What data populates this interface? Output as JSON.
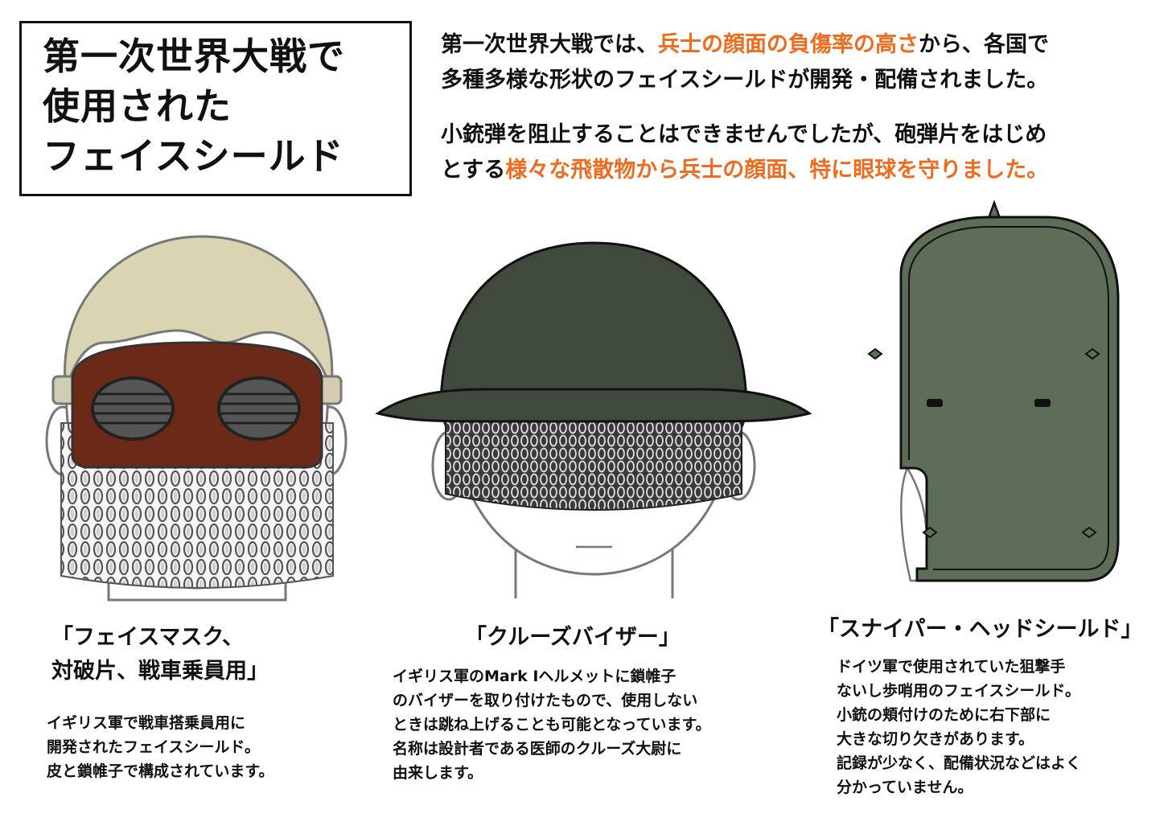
{
  "title": {
    "lines": [
      "第一次世界大戦で",
      "使用された",
      "フェイスシールド"
    ]
  },
  "intro": {
    "p1": {
      "a": "第一次世界大戦では、",
      "b": "兵士の顔面の負傷率の高さ",
      "c": "から、各国で",
      "line2": "多種多様な形状のフェイスシールドが開発・配備されました。"
    },
    "p2": {
      "line1": "小銃弾を阻止することはできませんでしたが、砲弾片をはじめ",
      "a": "とする",
      "b": "様々な飛散物から兵士の顔面、特に眼球を守りました。"
    }
  },
  "colors": {
    "highlight": "#ee6c1e",
    "hair": "#d9d5b3",
    "leather_mask": "#6b2a18",
    "helmet": "#3f4a3d",
    "sniper_shield": "#5e6d58",
    "chainmail": "#888888"
  },
  "items": [
    {
      "caption": [
        "「フェイスマスク、",
        "対破片、戦車乗員用」"
      ],
      "description": [
        "イギリス軍で戦車搭乗員用に",
        "開発されたフェイスシールド。",
        "皮と鎖帷子で構成されています。"
      ]
    },
    {
      "caption": [
        "「クルーズバイザー」"
      ],
      "description": [
        "イギリス軍のMark Ⅰヘルメットに鎖帷子",
        "のバイザーを取り付けたもので、使用しない",
        "ときは跳ね上げることも可能となっています。",
        "名称は設計者である医師のクルーズ大尉に",
        "由来します。"
      ]
    },
    {
      "caption": [
        "「スナイパー・ヘッドシールド」"
      ],
      "description": [
        "ドイツ軍で使用されていた狙撃手",
        "ないし歩哨用のフェイスシールド。",
        "小銃の頬付けのために右下部に",
        "大きな切り欠きがあります。",
        "記録が少なく、配備状況などはよく",
        "分かっていません。"
      ]
    }
  ]
}
